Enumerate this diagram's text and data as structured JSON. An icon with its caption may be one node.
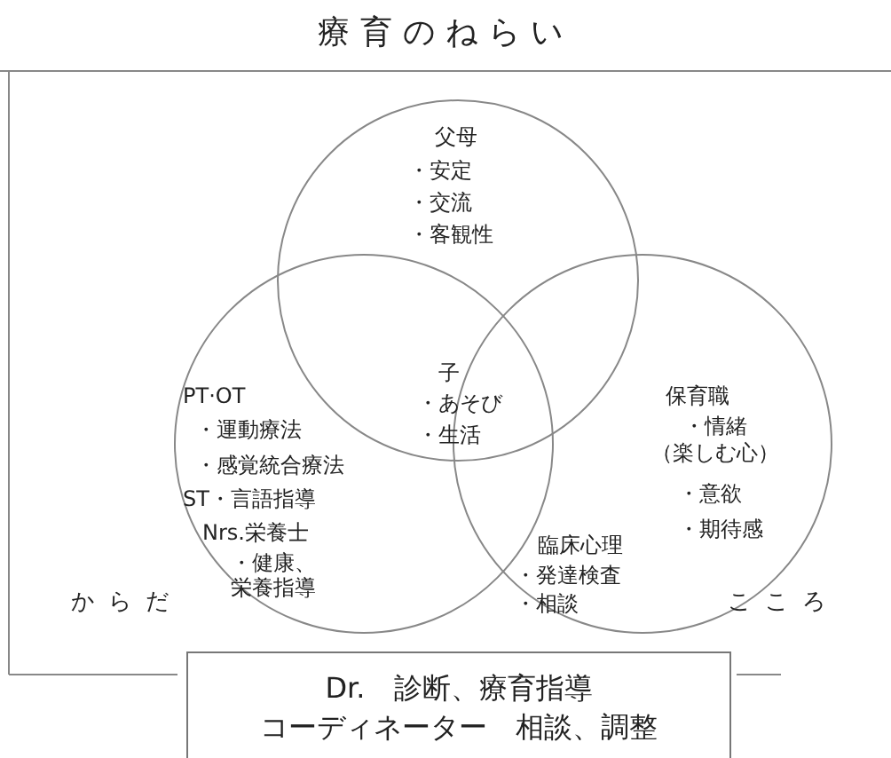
{
  "diagram": {
    "title": "療育のねらい",
    "nodes": [
      {
        "text": [
          "父母",
          "・安定",
          "・交流",
          "・客観性"
        ]
      },
      {
        "text": [
          "PT·OT",
          "・運動療法",
          "・感覚統合療法",
          "ST・言語指導",
          "Nrs.栄養士",
          "・健康、栄養指導"
        ]
      },
      {
        "text": [
          "保育職",
          "・情緒",
          "（楽しむ心）",
          "・意欲",
          "・期待感",
          "臨床心理",
          "・発達検査",
          "・相談"
        ]
      },
      {
        "text": [
          "Dr.　診断、療育指導",
          "コーディネーター　相談、調整"
        ]
      }
    ],
    "edges": [],
    "labels": [
      "子",
      "・あそび",
      "・生活",
      "からだ",
      "こころ"
    ]
  }
}
